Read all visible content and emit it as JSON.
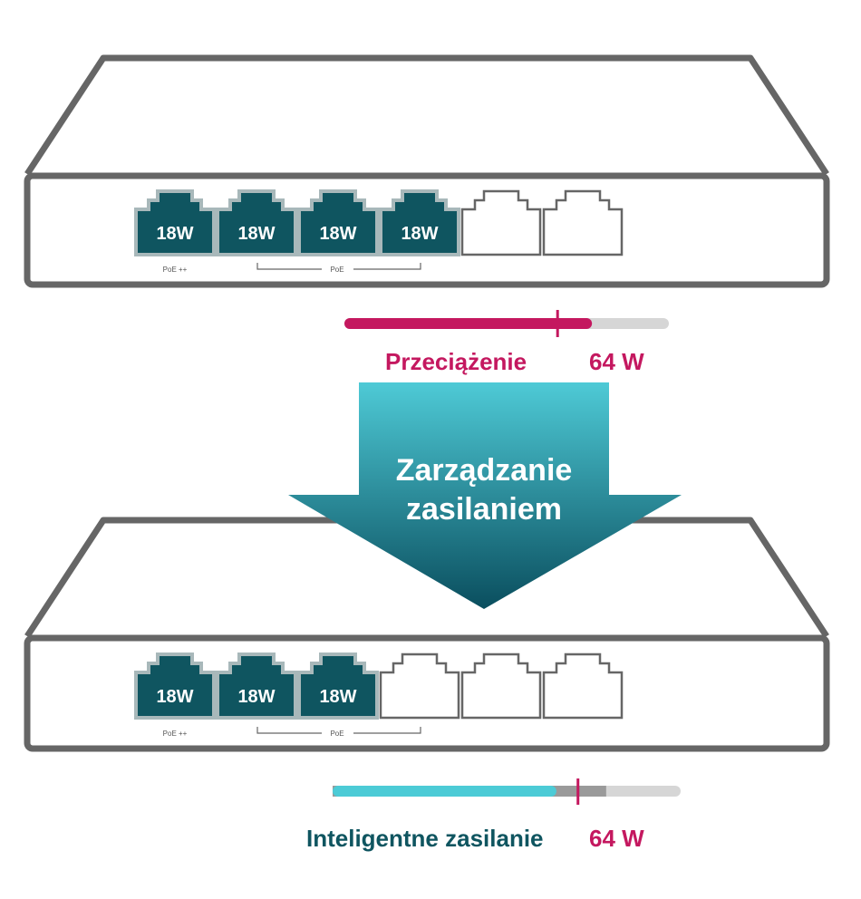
{
  "colors": {
    "device_outline": "#666666",
    "port_active_fill": "#0f5560",
    "port_active_border": "#a8b8ba",
    "port_inactive_fill": "#ffffff",
    "overload_accent": "#c4185f",
    "smart_accent": "#4ccbd6",
    "bar_track": "#d6d6d6",
    "bar_buffer": "#9a9a9a",
    "arrow_top": "#4ecad6",
    "arrow_bottom": "#0a4e5e",
    "smart_text": "#0f5560"
  },
  "top_switch": {
    "ports": [
      {
        "label": "18W",
        "active": true
      },
      {
        "label": "18W",
        "active": true
      },
      {
        "label": "18W",
        "active": true
      },
      {
        "label": "18W",
        "active": true
      },
      {
        "label": "",
        "active": false
      },
      {
        "label": "",
        "active": false
      }
    ],
    "poe_plus_label": "PoE ++",
    "poe_label": "PoE"
  },
  "top_bar": {
    "status_label": "Przeciążenie",
    "budget_label": "64 W",
    "fill_fraction": 0.763,
    "budget_marker_fraction": 0.657
  },
  "arrow": {
    "lines": [
      "Zarządzanie",
      "zasilaniem"
    ]
  },
  "bottom_switch": {
    "ports": [
      {
        "label": "18W",
        "active": true
      },
      {
        "label": "18W",
        "active": true
      },
      {
        "label": "18W",
        "active": true
      },
      {
        "label": "",
        "active": false
      },
      {
        "label": "",
        "active": false
      },
      {
        "label": "",
        "active": false
      }
    ],
    "poe_plus_label": "PoE ++",
    "poe_label": "PoE"
  },
  "bottom_bar": {
    "status_label": "Inteligentne zasilanie",
    "budget_label": "64 W",
    "fill_fraction": 0.643,
    "buffer_fraction": 0.786,
    "budget_marker_fraction": 0.705
  }
}
